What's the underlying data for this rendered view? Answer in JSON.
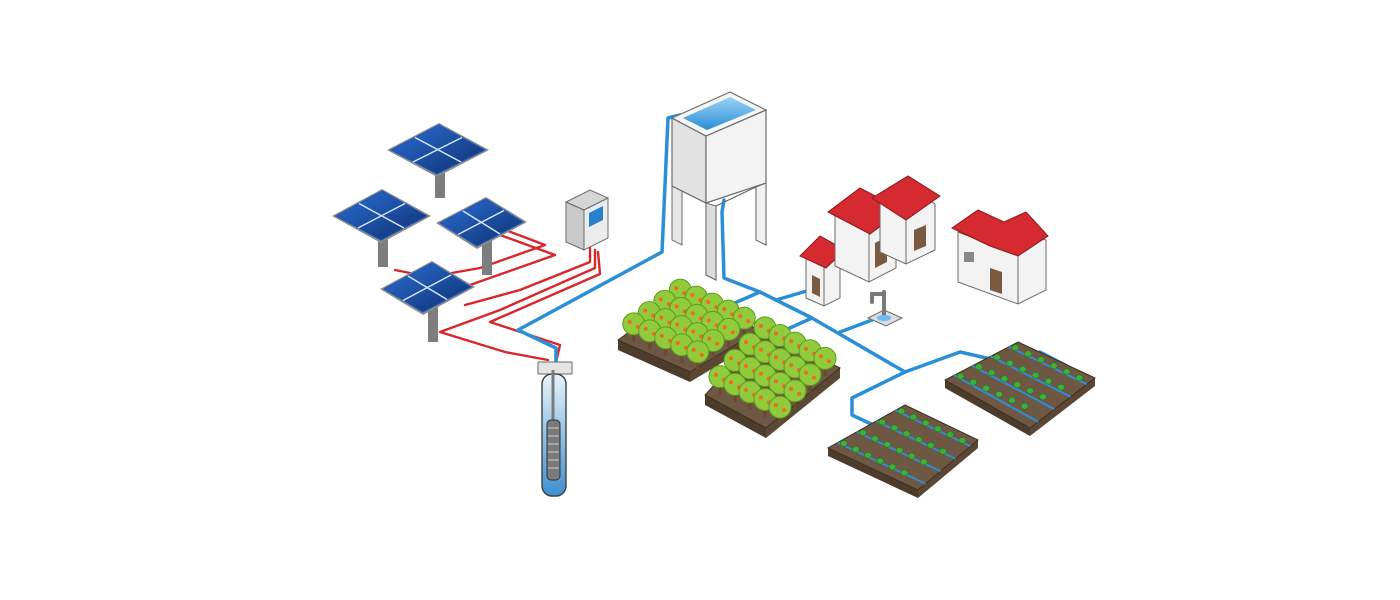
{
  "diagram": {
    "components": [
      {
        "id": "solar-panel-array",
        "count": 4
      },
      {
        "id": "controller-box"
      },
      {
        "id": "borehole-pump"
      },
      {
        "id": "water-tower"
      },
      {
        "id": "houses",
        "count": 4
      },
      {
        "id": "standpipe-tap"
      },
      {
        "id": "orchard-plots",
        "count": 2
      },
      {
        "id": "crop-beds",
        "count": 2
      }
    ],
    "colors": {
      "water_pipe": "#2a8fd6",
      "power_cable": "#d9262b",
      "panel_cell": "#123f8c",
      "roof": "#d42a30",
      "wall": "#f2f2f2",
      "soil": "#6e5843",
      "foliage": "#8fcb3b",
      "fruit": "#f06a22",
      "seedling": "#3fae3a"
    }
  }
}
